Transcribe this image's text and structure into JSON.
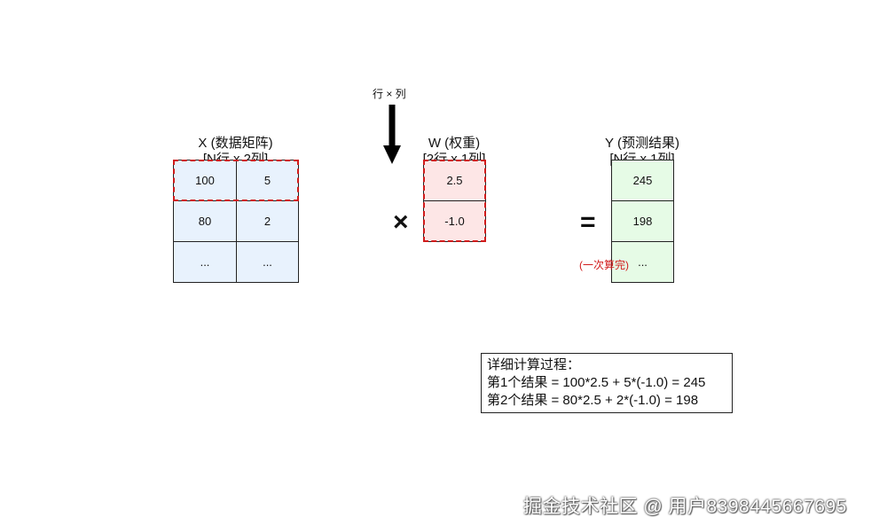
{
  "arrow_label": "行 × 列",
  "matrix_x": {
    "title_line1": "X (数据矩阵)",
    "title_line2": "[N行 x 2列]",
    "cells": [
      [
        "100",
        "5"
      ],
      [
        "80",
        "2"
      ],
      [
        "...",
        "..."
      ]
    ],
    "fill": "#e8f2fd"
  },
  "matrix_w": {
    "title_line1": "W (权重)",
    "title_line2": "[2行 x 1列]",
    "cells": [
      "2.5",
      "-1.0"
    ],
    "fill": "#fde6e6"
  },
  "matrix_y": {
    "title_line1": "Y (预测结果)",
    "title_line2": "[N行 x 1列]",
    "cells": [
      "245",
      "198",
      "..."
    ],
    "fill": "#e6fbe6"
  },
  "operators": {
    "times": "×",
    "equals": "="
  },
  "note": "(一次算完)",
  "calculation": {
    "heading": "详细计算过程：",
    "line1": "第1个结果 = 100*2.5 + 5*(-1.0) = 245",
    "line2": "第2个结果 = 80*2.5 + 2*(-1.0) = 198"
  },
  "watermark": "掘金技术社区 @ 用户8398445667695",
  "colors": {
    "highlight": "#d11b1b",
    "border": "#222222"
  }
}
